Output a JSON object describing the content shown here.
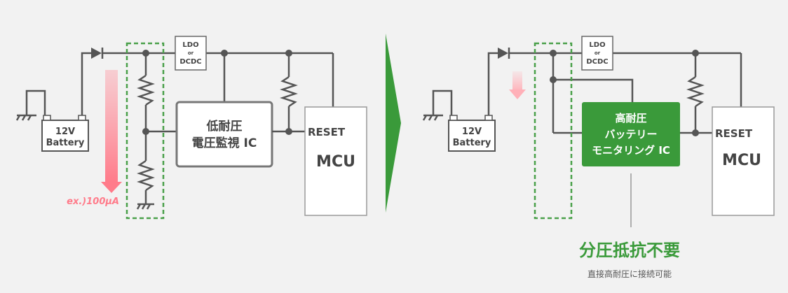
{
  "left": {
    "battery": {
      "line1": "12V",
      "line2": "Battery"
    },
    "regulator": {
      "line1": "LDO",
      "line2": "or",
      "line3": "DCDC"
    },
    "ic": {
      "line1": "低耐圧",
      "line2": "電圧監視 IC"
    },
    "reset_label": "RESET",
    "mcu_label": "MCU",
    "current_label": "ex.)100µA"
  },
  "right": {
    "battery": {
      "line1": "12V",
      "line2": "Battery"
    },
    "regulator": {
      "line1": "LDO",
      "line2": "or",
      "line3": "DCDC"
    },
    "ic": {
      "line1": "高耐圧",
      "line2": "バッテリー",
      "line3": "モニタリング IC"
    },
    "reset_label": "RESET",
    "mcu_label": "MCU",
    "callout": {
      "title": "分圧抵抗不要",
      "subtitle": "直接高耐圧に接続可能"
    }
  },
  "colors": {
    "wire": "#555555",
    "green": "#3a9a3a",
    "dashed_green": "#4aa04a",
    "pink": "#ff7b8a",
    "pink_light": "#ffb8c0"
  }
}
